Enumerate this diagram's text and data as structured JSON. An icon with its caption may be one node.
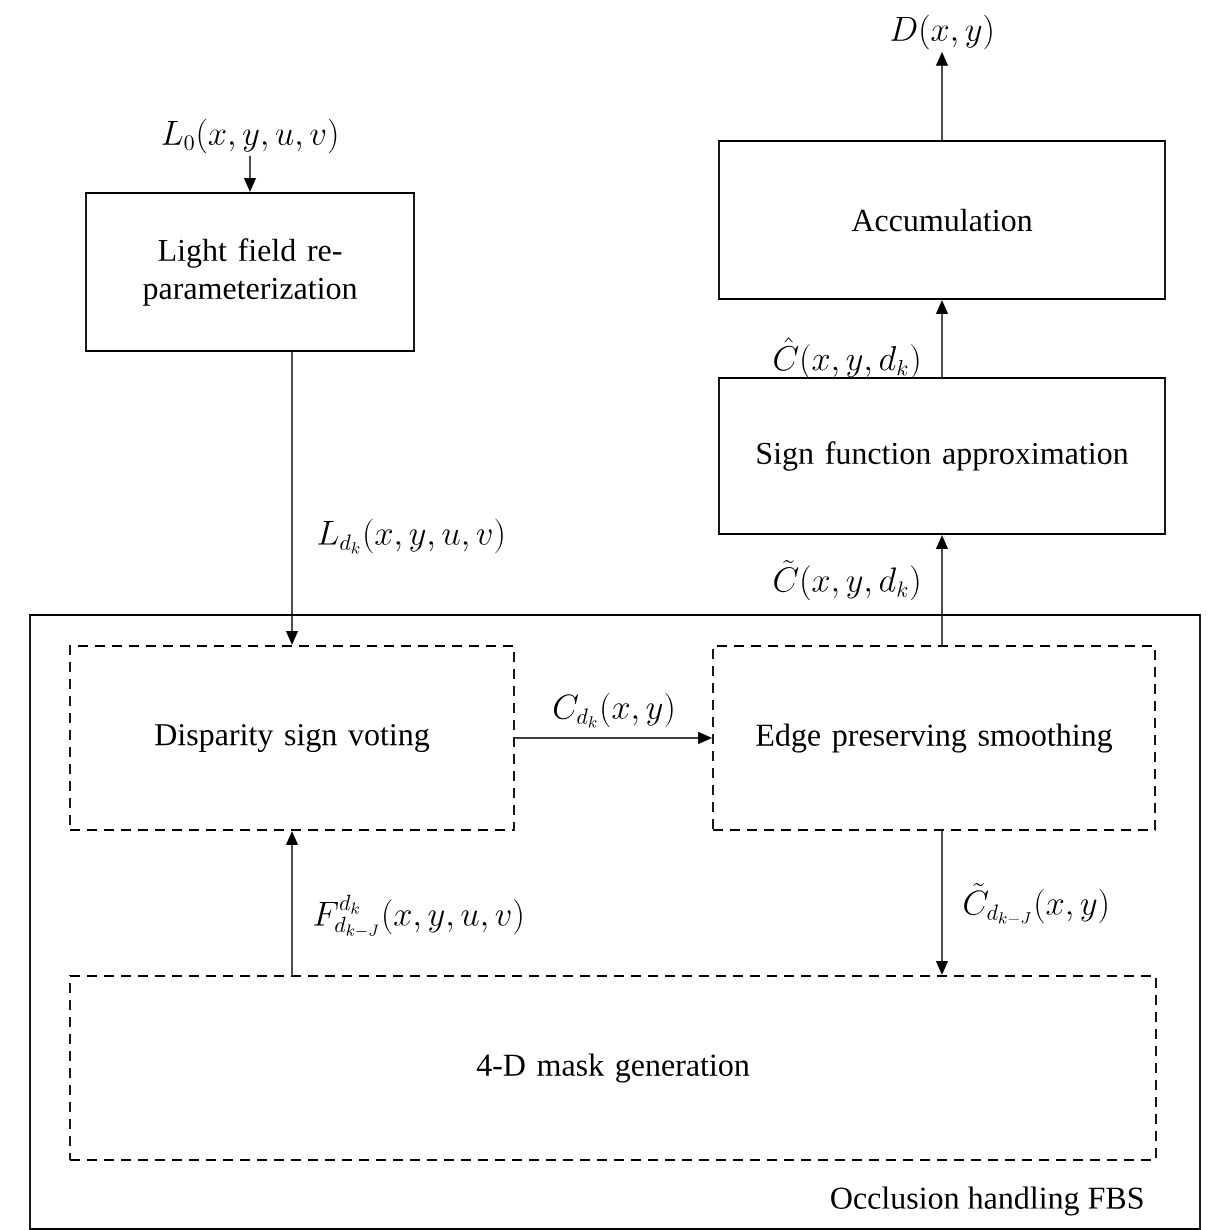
{
  "diagram": {
    "nodes": [
      {
        "text": [
          "L_{0}(x,y,u,v)"
        ]
      },
      {
        "text": [
          "Light field re-parameterization"
        ]
      },
      {
        "text": [
          "Accumulation"
        ]
      },
      {
        "text": [
          "D(x,y)"
        ]
      },
      {
        "text": [
          "Sign function approximation"
        ]
      },
      {
        "text": [
          "Occlusion handling FBS"
        ]
      },
      {
        "text": [
          "Disparity sign voting"
        ],
        "in": 5
      },
      {
        "text": [
          "Edge preserving smoothing"
        ],
        "in": 5
      },
      {
        "text": [
          "4-D mask generation"
        ],
        "in": 5
      }
    ],
    "edges": [
      {
        "from": 0,
        "to": 1,
        "arrow": "to"
      },
      {
        "from": 1,
        "to": 6,
        "arrow": "to",
        "label": "L_{d_k}(x,y,u,v)"
      },
      {
        "from": 6,
        "to": 7,
        "arrow": "to",
        "label": "C_{d_k}(x,y)"
      },
      {
        "from": 7,
        "to": 4,
        "arrow": "to",
        "label": "\\tilde{C}(x,y,d_k)"
      },
      {
        "from": 4,
        "to": 2,
        "arrow": "to",
        "label": "\\hat{C}(x,y,d_k)"
      },
      {
        "from": 2,
        "to": 3,
        "arrow": "to"
      },
      {
        "from": 7,
        "to": 8,
        "arrow": "to",
        "label": "\\tilde{C}_{d_{k-J}}(x,y)"
      },
      {
        "from": 8,
        "to": 6,
        "arrow": "to",
        "label": "F_{d_{k-J}}^{d_k}(x,y,u,v)"
      }
    ]
  }
}
